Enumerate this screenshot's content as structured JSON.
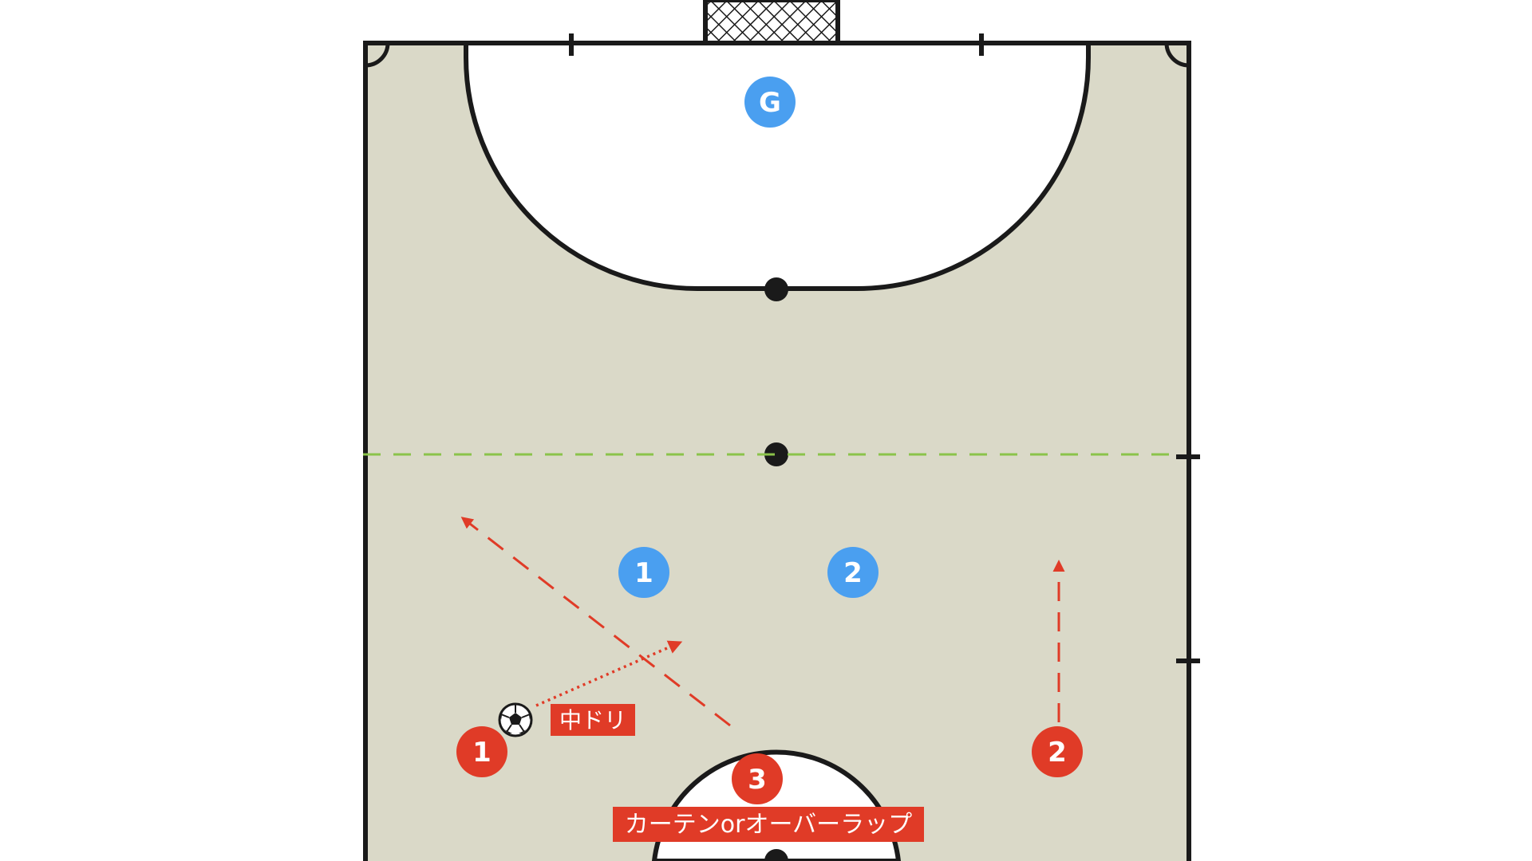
{
  "colors": {
    "court_fill": "#dad9c8",
    "line": "#1a1a1a",
    "penalty_fill": "#ffffff",
    "halfway_line": "#8bc34a",
    "defender": "#4a9ff0",
    "attacker": "#e03b27",
    "run_arrow": "#e03b27",
    "label_bg": "#e03b27",
    "label_text": "#ffffff"
  },
  "players": {
    "goalkeeper": {
      "label": "G",
      "team": "defender"
    },
    "defender_1": {
      "label": "1",
      "team": "defender"
    },
    "defender_2": {
      "label": "2",
      "team": "defender"
    },
    "attacker_1": {
      "label": "1",
      "team": "attacker"
    },
    "attacker_2": {
      "label": "2",
      "team": "attacker"
    },
    "attacker_3": {
      "label": "3",
      "team": "attacker"
    }
  },
  "labels": {
    "dribble": "中ドリ",
    "overlap": "カーテンorオーバーラップ"
  },
  "icons": {
    "ball": "soccer-ball-icon",
    "goal": "goal-net-icon"
  }
}
